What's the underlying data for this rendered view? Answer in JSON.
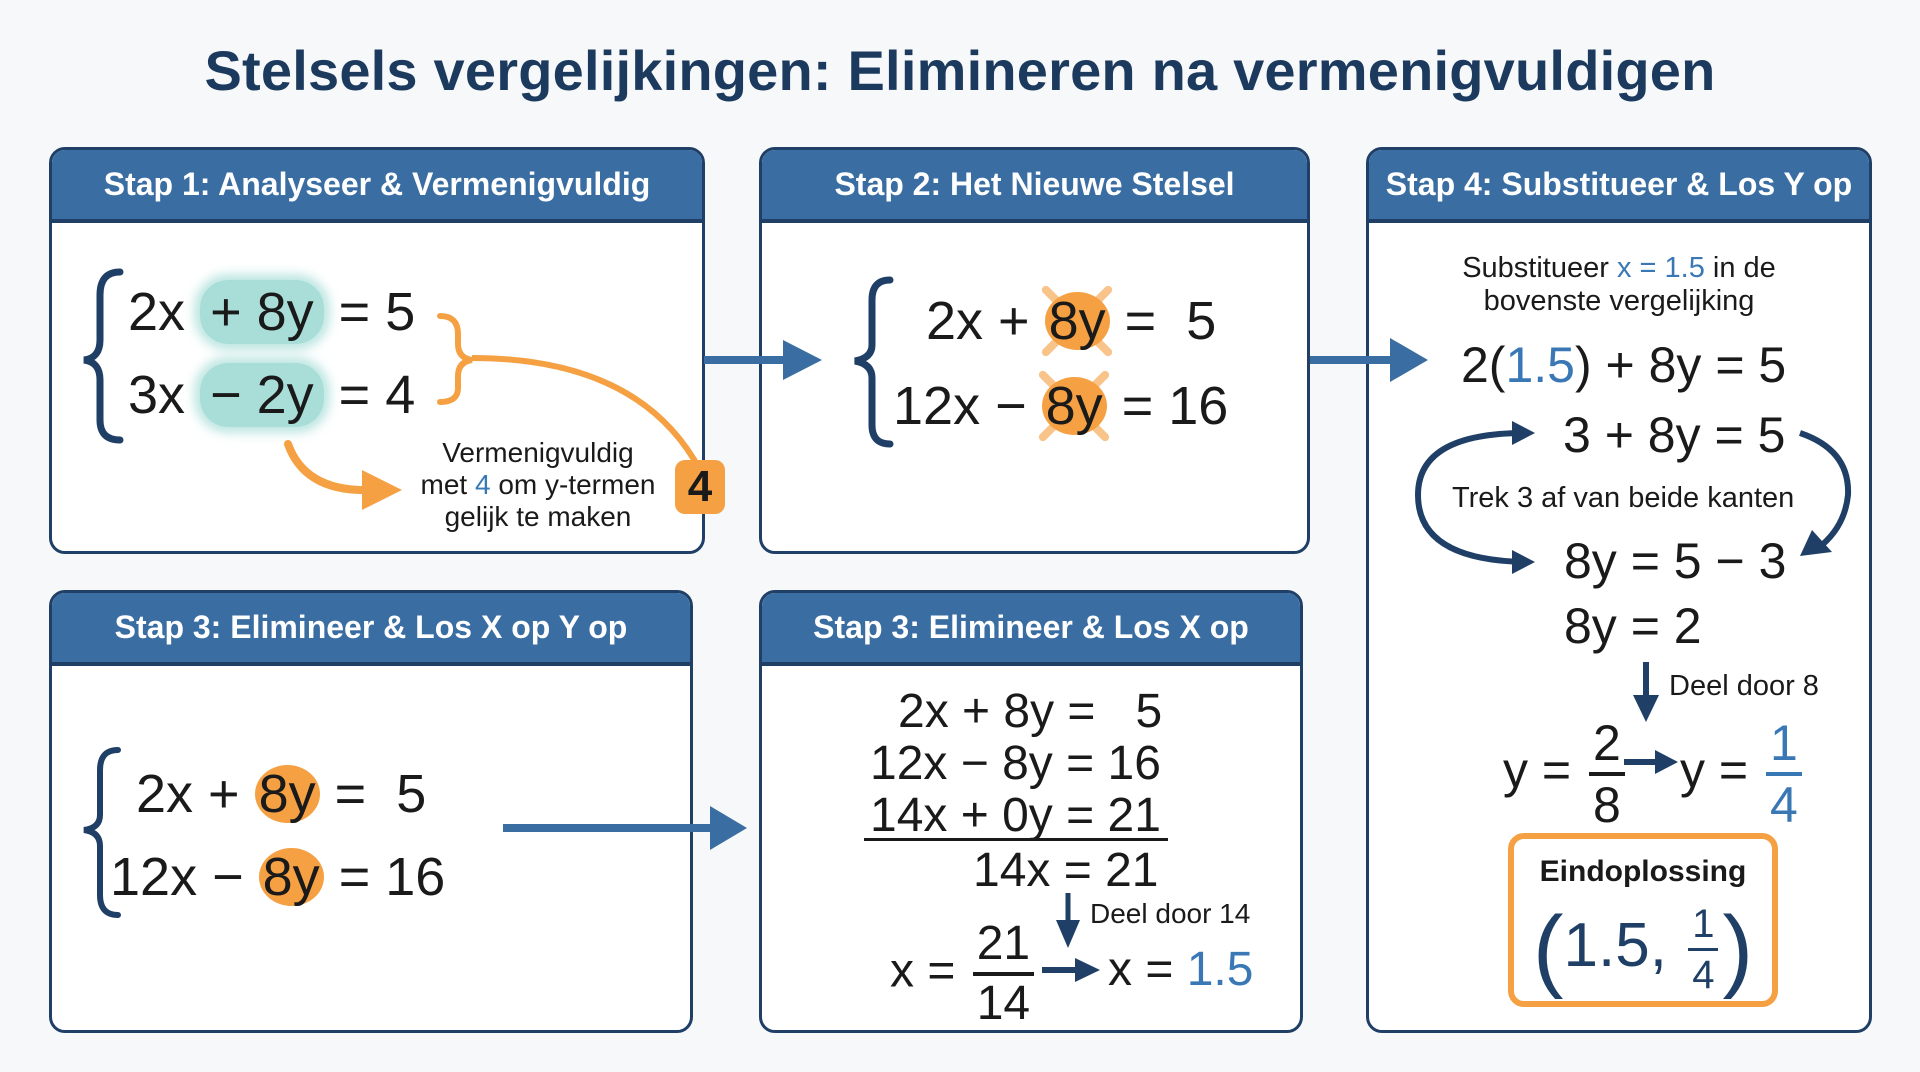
{
  "title": "Stelsels vergelijkingen: Elimineren na vermenigvuldigen",
  "colors": {
    "title": "#1b3a5e",
    "header_bg": "#3a6ea3",
    "border": "#1f3f66",
    "accent_orange": "#f5a043",
    "highlight_teal": "#a8ddd8",
    "value_blue": "#3a78b5"
  },
  "step1": {
    "header": "Stap 1: Analyseer & Vermenigvuldig",
    "eq1": {
      "a": "2x",
      "hl": "+ 8y",
      "rhs": "= 5"
    },
    "eq2": {
      "a": "3x",
      "hl": "− 2y",
      "rhs": "= 4"
    },
    "note_line1": "Vermenigvuldig",
    "note_line2_pre": "met",
    "note_line2_num": "4",
    "note_line2_post": "om y-termen",
    "note_line3": "gelijk te maken",
    "badge": "4"
  },
  "step2": {
    "header": "Stap 2: Het Nieuwe Stelsel",
    "eq1": {
      "a": "2x +",
      "hl": "8y",
      "rhs": "=  5"
    },
    "eq2": {
      "a": "12x −",
      "hl": "8y",
      "rhs": "= 16"
    }
  },
  "step3a": {
    "header": "Stap 3: Elimineer & Los X op Y op",
    "eq1": {
      "a": "2x +",
      "hl": "8y",
      "rhs": "=  5"
    },
    "eq2": {
      "a": "12x −",
      "hl": "8y",
      "rhs": "= 16"
    }
  },
  "step3b": {
    "header": "Stap 3: Elimineer & Los X op",
    "line1": "2x + 8y =   5",
    "line2": "12x − 8y = 16",
    "line3": "14x + 0y = 21",
    "line4": "14x = 21",
    "divide_note": "Deel door 14",
    "frac_lhs": "x =",
    "frac_num": "21",
    "frac_den": "14",
    "result_lhs": "x =",
    "result_value": "1.5"
  },
  "step4": {
    "header": "Stap 4: Substitueer & Los Y op",
    "intro_pre": "Substitueer",
    "intro_value": "x = 1.5",
    "intro_post": "in de",
    "intro_line2": "bovenste vergelijking",
    "sub_pre": "2(",
    "sub_value": "1.5",
    "sub_post": ") + 8y = 5",
    "line2": "3 + 8y = 5",
    "subtract_note": "Trek 3 af van beide kanten",
    "line3": "8y = 5 − 3",
    "line4": "8y = 2",
    "divide_note": "Deel door 8",
    "frac_lhs": "y =",
    "frac_num": "2",
    "frac_den": "8",
    "result_lhs": "y =",
    "result_num": "1",
    "result_den": "4"
  },
  "solution": {
    "label": "Eindoplossing",
    "open": "(",
    "x_value": "1.5,",
    "y_num": "1",
    "y_den": "4",
    "close": ")"
  }
}
